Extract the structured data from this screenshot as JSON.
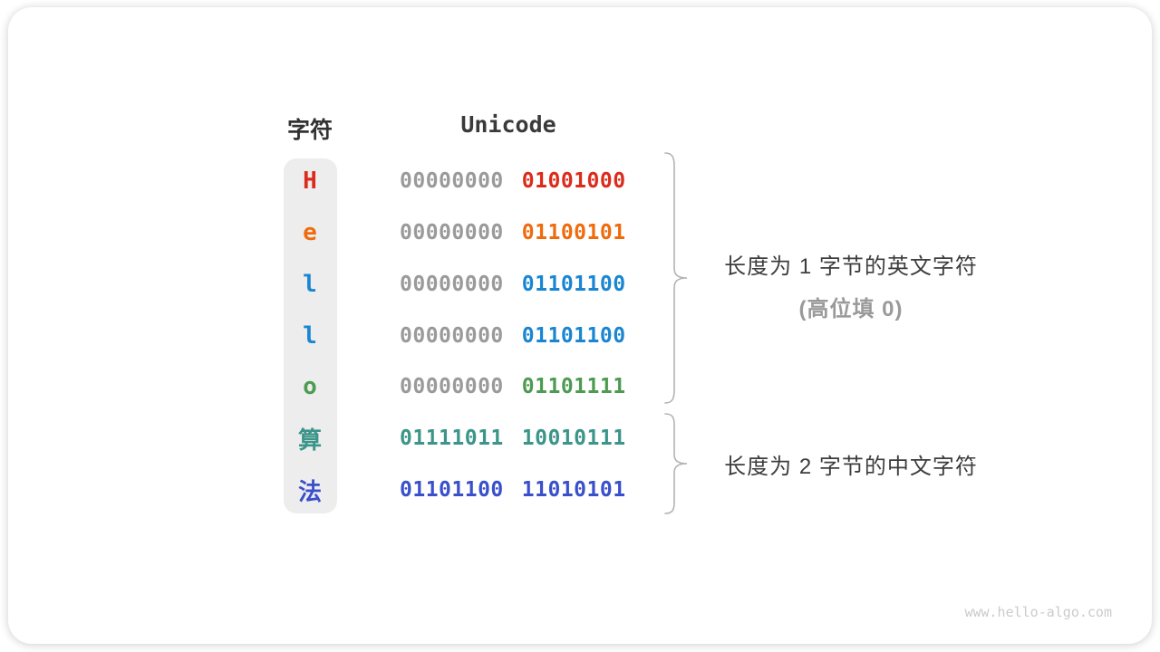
{
  "table": {
    "headers": {
      "char": "字符",
      "unicode": "Unicode"
    },
    "rows": [
      {
        "char": "H",
        "byte1": "00000000",
        "byte2": "01001000",
        "char_color": "#dc2b1b",
        "byte1_color": "#9a9a9a",
        "byte2_color": "#dc2b1b"
      },
      {
        "char": "e",
        "byte1": "00000000",
        "byte2": "01100101",
        "char_color": "#ef6b0d",
        "byte1_color": "#9a9a9a",
        "byte2_color": "#ef6b0d"
      },
      {
        "char": "l",
        "byte1": "00000000",
        "byte2": "01101100",
        "char_color": "#1a86d2",
        "byte1_color": "#9a9a9a",
        "byte2_color": "#1a86d2"
      },
      {
        "char": "l",
        "byte1": "00000000",
        "byte2": "01101100",
        "char_color": "#1a86d2",
        "byte1_color": "#9a9a9a",
        "byte2_color": "#1a86d2"
      },
      {
        "char": "o",
        "byte1": "00000000",
        "byte2": "01101111",
        "char_color": "#4d9b51",
        "byte1_color": "#9a9a9a",
        "byte2_color": "#4d9b51"
      },
      {
        "char": "算",
        "byte1": "01111011",
        "byte2": "10010111",
        "char_color": "#3b9589",
        "byte1_color": "#3b9589",
        "byte2_color": "#3b9589"
      },
      {
        "char": "法",
        "byte1": "01101100",
        "byte2": "11010101",
        "char_color": "#3a4fcb",
        "byte1_color": "#3a4fcb",
        "byte2_color": "#3a4fcb"
      }
    ]
  },
  "annotations": {
    "english": {
      "line1": "长度为 1 字节的英文字符",
      "line2": "(高位填 0)"
    },
    "chinese": {
      "line1": "长度为 2 字节的中文字符"
    }
  },
  "watermark": "www.hello-algo.com",
  "colors": {
    "column_bg": "#ededed",
    "brace": "#b3b3b3",
    "gray_bits": "#9a9a9a"
  }
}
